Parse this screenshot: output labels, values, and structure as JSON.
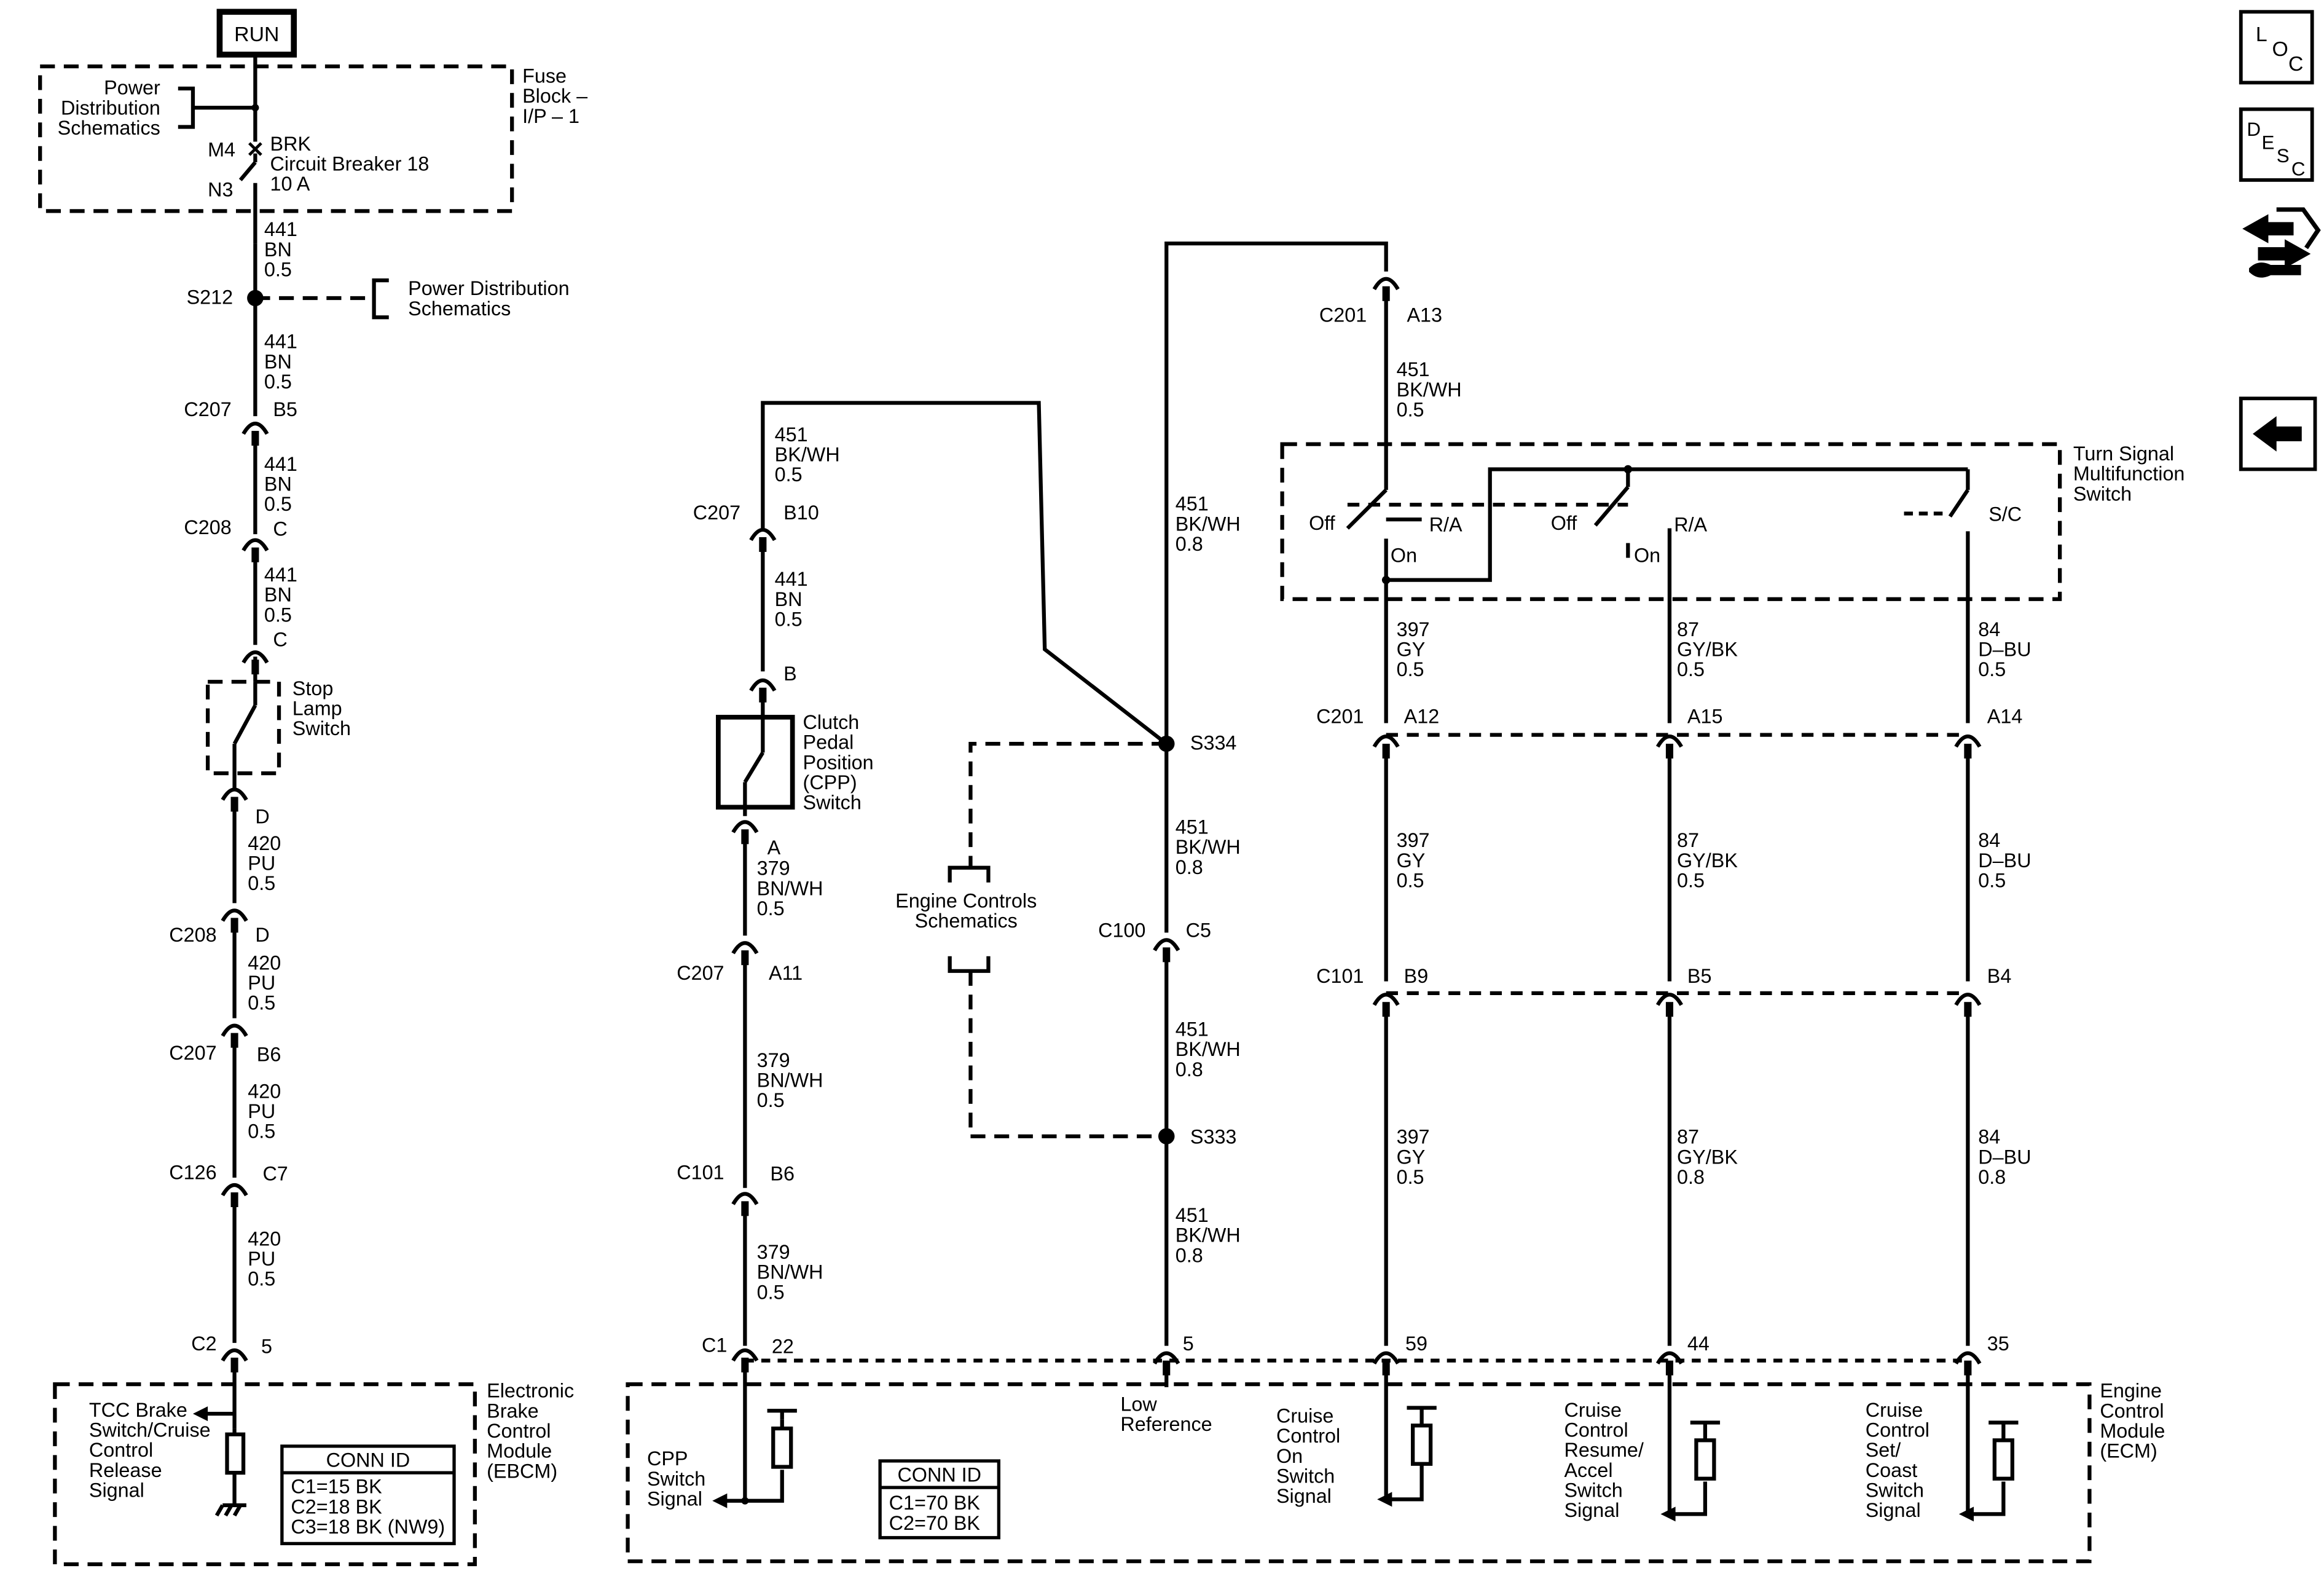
{
  "diagram": {
    "run_label": "RUN",
    "fuse_block": {
      "lines": [
        "Fuse",
        "Block –",
        "I/P – 1"
      ]
    },
    "power_dist_top": {
      "lines": [
        "Power",
        "Distribution",
        "Schematics"
      ]
    },
    "breaker": {
      "pin_in": "M4",
      "pin_out": "N3",
      "lines": [
        "BRK",
        "Circuit Breaker 18",
        "10 A"
      ]
    },
    "power_dist_s212": {
      "lines": [
        "Power Distribution",
        "Schematics"
      ]
    },
    "stop_lamp_switch": {
      "lines": [
        "Stop",
        "Lamp",
        "Switch"
      ]
    },
    "cpp_switch": {
      "lines": [
        "Clutch",
        "Pedal",
        "Position",
        "(CPP)",
        "Switch"
      ]
    },
    "engine_controls": {
      "lines": [
        "Engine Controls",
        "Schematics"
      ]
    },
    "turn_signal": {
      "lines": [
        "Turn Signal",
        "Multifunction",
        "Switch"
      ],
      "off1": "Off",
      "ra1": "R/A",
      "on1": "On",
      "off2": "Off",
      "ra2": "R/A",
      "on2": "On",
      "sc": "S/C"
    },
    "ebcm": {
      "lines": [
        "Electronic",
        "Brake",
        "Control",
        "Module",
        "(EBCM)"
      ],
      "signal": [
        "TCC Brake",
        "Switch/Cruise",
        "Control",
        "Release",
        "Signal"
      ],
      "conn_title": "CONN ID",
      "conn": [
        "C1=15 BK",
        "C2=18 BK",
        "C3=18 BK (NW9)"
      ]
    },
    "ecm": {
      "lines": [
        "Engine",
        "Control",
        "Module",
        "(ECM)"
      ],
      "conn_title": "CONN ID",
      "conn": [
        "C1=70 BK",
        "C2=70 BK"
      ],
      "cpp_signal": [
        "CPP",
        "Switch",
        "Signal"
      ],
      "low_ref": [
        "Low",
        "Reference"
      ],
      "on_signal": [
        "Cruise",
        "Control",
        "On",
        "Switch",
        "Signal"
      ],
      "resume_signal": [
        "Cruise",
        "Control",
        "Resume/",
        "Accel",
        "Switch",
        "Signal"
      ],
      "set_signal": [
        "Cruise",
        "Control",
        "Set/",
        "Coast",
        "Switch",
        "Signal"
      ]
    },
    "wire_labels": {
      "w441a": [
        "441",
        "BN",
        "0.5"
      ],
      "w441b": [
        "441",
        "BN",
        "0.5"
      ],
      "w441c": [
        "441",
        "BN",
        "0.5"
      ],
      "w441d": [
        "441",
        "BN",
        "0.5"
      ],
      "w420a": [
        "420",
        "PU",
        "0.5"
      ],
      "w420b": [
        "420",
        "PU",
        "0.5"
      ],
      "w420c": [
        "420",
        "PU",
        "0.5"
      ],
      "w420d": [
        "420",
        "PU",
        "0.5"
      ],
      "w451a": [
        "451",
        "BK/WH",
        "0.5"
      ],
      "w441cpp": [
        "441",
        "BN",
        "0.5"
      ],
      "w379a": [
        "379",
        "BN/WH",
        "0.5"
      ],
      "w379b": [
        "379",
        "BN/WH",
        "0.5"
      ],
      "w379c": [
        "379",
        "BN/WH",
        "0.5"
      ],
      "w451top": [
        "451",
        "BK/WH",
        "0.5"
      ],
      "w451m1": [
        "451",
        "BK/WH",
        "0.8"
      ],
      "w451m2": [
        "451",
        "BK/WH",
        "0.8"
      ],
      "w451m3": [
        "451",
        "BK/WH",
        "0.8"
      ],
      "w451m4": [
        "451",
        "BK/WH",
        "0.8"
      ],
      "w397a": [
        "397",
        "GY",
        "0.5"
      ],
      "w397b": [
        "397",
        "GY",
        "0.5"
      ],
      "w397c": [
        "397",
        "GY",
        "0.5"
      ],
      "w87a": [
        "87",
        "GY/BK",
        "0.5"
      ],
      "w87b": [
        "87",
        "GY/BK",
        "0.5"
      ],
      "w87c": [
        "87",
        "GY/BK",
        "0.8"
      ],
      "w84a": [
        "84",
        "D–BU",
        "0.5"
      ],
      "w84b": [
        "84",
        "D–BU",
        "0.5"
      ],
      "w84c": [
        "84",
        "D–BU",
        "0.8"
      ]
    },
    "conn_labels": {
      "s212": "S212",
      "c207_1": "C207",
      "b5_1": "B5",
      "c208_1": "C208",
      "c_1": "C",
      "c_2": "C",
      "d_1": "D",
      "c208_2": "C208",
      "d_2": "D",
      "c207_2": "C207",
      "b6_1": "B6",
      "c126": "C126",
      "c7": "C7",
      "c2": "C2",
      "p5a": "5",
      "c207_3": "C207",
      "b10": "B10",
      "pin_b": "B",
      "pin_a": "A",
      "c207_4": "C207",
      "a11": "A11",
      "c101_1": "C101",
      "b6_2": "B6",
      "c1": "C1",
      "p22": "22",
      "s334": "S334",
      "c100": "C100",
      "c5": "C5",
      "s333": "S333",
      "p5b": "5",
      "c201_1": "C201",
      "a13": "A13",
      "c201_2": "C201",
      "a12": "A12",
      "a15": "A15",
      "a14": "A14",
      "c101_2": "C101",
      "b9": "B9",
      "b5_2": "B5",
      "b4": "B4",
      "p59": "59",
      "p44": "44",
      "p35": "35"
    }
  },
  "nav": {
    "loc": [
      "L",
      "O",
      "C"
    ],
    "desc": [
      "D",
      "E",
      "S",
      "C"
    ],
    "icons": [
      "wiring-tool-icon",
      "back-arrow-icon"
    ]
  }
}
